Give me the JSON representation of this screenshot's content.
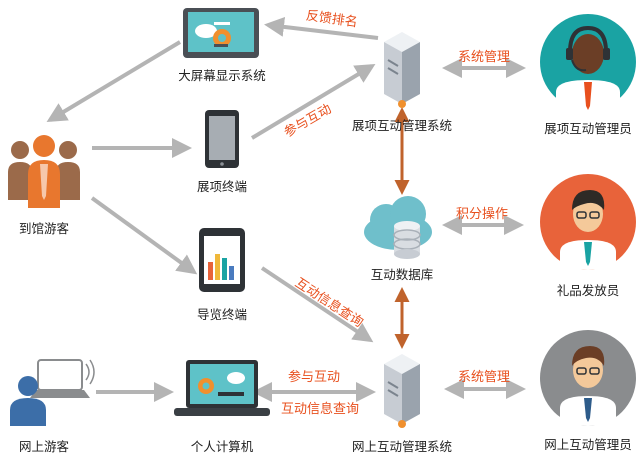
{
  "nodes": {
    "big_screen": "大屏幕显示系统",
    "exhibit_mgmt_system": "展项互动管理系统",
    "exhibit_admin": "展项互动管理员",
    "visitors": "到馆游客",
    "exhibit_terminal": "展项终端",
    "database": "互动数据库",
    "gift_staff": "礼品发放员",
    "guide_terminal": "导览终端",
    "online_visitor": "网上游客",
    "personal_computer": "个人计算机",
    "online_mgmt_system": "网上互动管理系统",
    "online_admin": "网上互动管理员"
  },
  "edges": {
    "feedback_rank": "反馈排名",
    "system_mgmt_top": "系统管理",
    "participate_top": "参与互动",
    "points_operation": "积分操作",
    "info_query_diag": "互动信息查询",
    "participate_bottom": "参与互动",
    "info_query_bottom": "互动信息查询",
    "system_mgmt_bottom": "系统管理"
  },
  "colors": {
    "arrow_gray": "#b4b4b4",
    "arrow_brown": "#c0632c",
    "edge_text": "#e8501e",
    "teal": "#1aa3a3",
    "orange_red": "#e8633a",
    "gray_circle": "#8a8c8e",
    "cloud": "#6fbfcb",
    "person_orange": "#e8772e",
    "person_brown": "#9b6a4a",
    "online_visitor_blue": "#3c6ea8"
  }
}
